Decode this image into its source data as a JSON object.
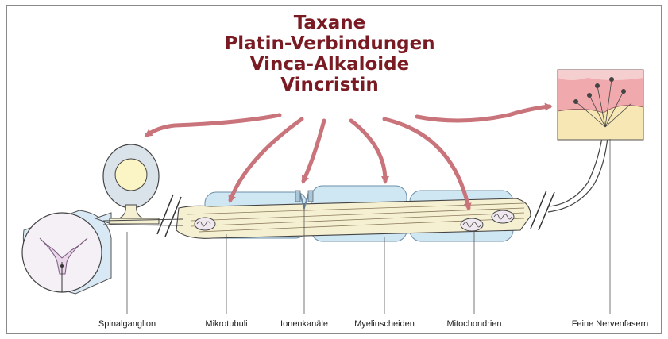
{
  "title": {
    "lines": [
      "Taxane",
      "Platin-Verbindungen",
      "Vinca-Alkaloide",
      "Vincristin"
    ],
    "color": "#7a1a23"
  },
  "labels": {
    "spinalganglion": "Spinalganglion",
    "mikrotubuli": "Mikrotubuli",
    "ionenkanaele": "Ionenkanäle",
    "myelinscheiden": "Myelinscheiden",
    "mitochondrien": "Mitochondrien",
    "nervenfasern": "Feine Nervenfasern"
  },
  "colors": {
    "arrow": "#c9737a",
    "axon": "#f6f0d2",
    "myelin": "#cfe6f3",
    "skin_pink": "#f0a9ad",
    "skin_yellow": "#f6e7b4"
  }
}
